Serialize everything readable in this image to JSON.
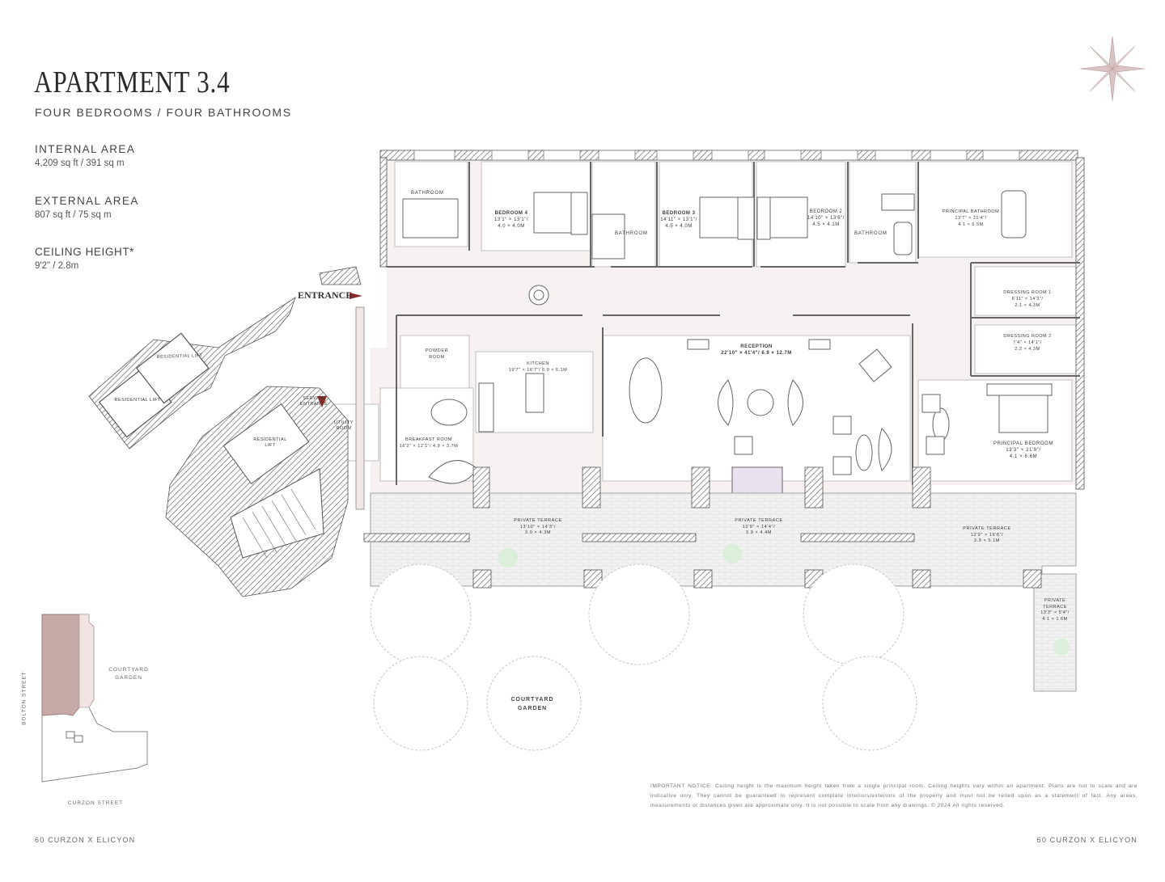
{
  "header": {
    "title": "APARTMENT 3.4",
    "subtitle": "FOUR BEDROOMS / FOUR BATHROOMS"
  },
  "specs": [
    {
      "label": "INTERNAL AREA",
      "value": "4,209 sq ft / 391 sq m"
    },
    {
      "label": "EXTERNAL AREA",
      "value": "807 sq ft / 75 sq m"
    },
    {
      "label": "CEILING HEIGHT*",
      "value": "9'2\" / 2.8m"
    }
  ],
  "plan": {
    "entrance": "ENTRANCE",
    "rooms": {
      "bathroom_1": "BATHROOM",
      "bedroom_4": {
        "name": "BEDROOM 4",
        "dims": "13'1\" × 13'1\"/",
        "metric": "4.0 × 4.0M"
      },
      "bathroom_2": "BATHROOM",
      "bedroom_3": {
        "name": "BEDROOM 3",
        "dims": "14'11\" × 13'1\"/",
        "metric": "4.5 × 4.0M"
      },
      "bedroom_2": {
        "name": "BEDROOM 2",
        "dims": "14'10\" × 13'6\"/",
        "metric": "4.5 × 4.1M"
      },
      "bathroom_3": "BATHROOM",
      "principal_bathroom": {
        "name": "PRINCIPAL BATHROOM",
        "dims": "13'7\" × 21'4\"/",
        "metric": "4.1 × 6.5M"
      },
      "dressing_1": {
        "name": "DRESSING ROOM 1",
        "dims": "6'11\" × 14'3\"/",
        "metric": "2.1 × 4.3M"
      },
      "dressing_2": {
        "name": "DRESSING ROOM 2",
        "dims": "7'4\" × 14'1\"/",
        "metric": "2.2 × 4.3M"
      },
      "powder_room": "POWDER ROOM",
      "kitchen": {
        "name": "KITCHEN",
        "dims": "19'7\" × 16'7\"/ 6.0 × 5.1M"
      },
      "reception": {
        "name": "RECEPTION",
        "dims": "22'10\" × 41'4\"/ 6.9 × 12.7M"
      },
      "service_entrance": "SERVICE ENTRANCE",
      "utility_room": "UTILITY ROOM",
      "breakfast_room": {
        "name": "BREAKFAST ROOM",
        "dims": "16'2\" × 12'1\"/ 4.9 × 3.7M"
      },
      "principal_bedroom": {
        "name": "PRINCIPAL BEDROOM",
        "dims": "13'3\" × 21'9\"/",
        "metric": "4.1 × 6.6M"
      },
      "terrace_1": {
        "name": "PRIVATE TERRACE",
        "dims": "13'10\" × 14'3\"/",
        "metric": "3.9 × 4.3M"
      },
      "terrace_2": {
        "name": "PRIVATE TERRACE",
        "dims": "12'9\" × 14'4\"/",
        "metric": "3.9 × 4.4M"
      },
      "terrace_3": {
        "name": "PRIVATE TERRACE",
        "dims": "12'9\" × 16'8\"/",
        "metric": "3.9 × 5.1M"
      },
      "terrace_4": {
        "name": "PRIVATE TERRACE",
        "dims": "13'3\" × 5'4\"/",
        "metric": "4.1 × 1.6M"
      },
      "courtyard_garden": "COURTYARD GARDEN",
      "lift_1": "RESIDENTIAL LIFT",
      "lift_2": "RESIDENTIAL LIFT",
      "lift_3": "RESIDENTIAL LIFT"
    }
  },
  "keyplan": {
    "courtyard": "COURTYARD GARDEN",
    "bolton_street": "BOLTON STREET",
    "curzon_street": "CURZON STREET"
  },
  "notice": "IMPORTANT NOTICE: Ceiling height is the maximum height taken from a single principal room. Ceiling heights vary within an apartment. Plans are not to scale and are indicative only. They cannot be guaranteed to represent complete interiors/exteriors of the property and must not be relied upon as a statement of fact. Any areas, measurements or distances given are approximate only. It is not possible to scale from any drawings. © 2024 All rights reserved.",
  "footer": {
    "left": "60 CURZON X ELICYON",
    "right": "60 CURZON X ELICYON"
  },
  "colors": {
    "accent": "#b99a97",
    "wall": "#555555",
    "floor": "#f5eeee",
    "terrace": "#f1f1f1",
    "tree": "#d9eed9"
  }
}
